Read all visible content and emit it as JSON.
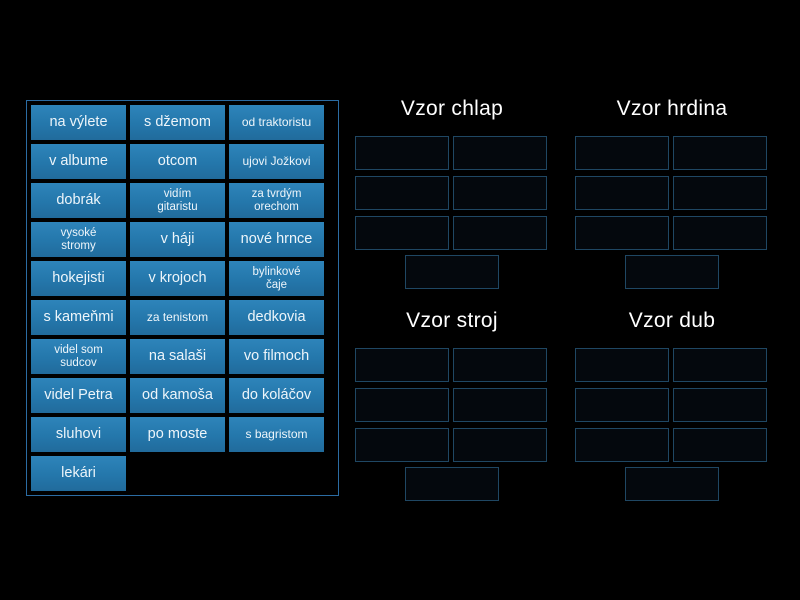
{
  "colors": {
    "background": "#000000",
    "tile_top": "#2e84ba",
    "tile_bottom": "#216b9c",
    "tile_text": "#edf5fa",
    "tray_border": "#2b6ca3",
    "slot_border": "#1f4763",
    "title_text": "#ffffff"
  },
  "tray": {
    "tiles": [
      {
        "label": "na výlete",
        "size": "normal"
      },
      {
        "label": "s džemom",
        "size": "normal"
      },
      {
        "label": "od traktoristu",
        "size": "mid"
      },
      {
        "label": "v albume",
        "size": "normal"
      },
      {
        "label": "otcom",
        "size": "normal"
      },
      {
        "label": "ujovi Jožkovi",
        "size": "mid"
      },
      {
        "label": "dobrák",
        "size": "normal"
      },
      {
        "label": "vidím gitaristu",
        "size": "small"
      },
      {
        "label": "za tvrdým orechom",
        "size": "small"
      },
      {
        "label": "vysoké stromy",
        "size": "small"
      },
      {
        "label": "v háji",
        "size": "normal"
      },
      {
        "label": "nové hrnce",
        "size": "normal"
      },
      {
        "label": "hokejisti",
        "size": "normal"
      },
      {
        "label": "v krojoch",
        "size": "normal"
      },
      {
        "label": "bylinkové čaje",
        "size": "small"
      },
      {
        "label": "s kameňmi",
        "size": "normal"
      },
      {
        "label": "za tenistom",
        "size": "mid"
      },
      {
        "label": "dedkovia",
        "size": "normal"
      },
      {
        "label": "videl som sudcov",
        "size": "small"
      },
      {
        "label": "na salaši",
        "size": "normal"
      },
      {
        "label": "vo filmoch",
        "size": "normal"
      },
      {
        "label": "videl Petra",
        "size": "normal"
      },
      {
        "label": "od kamoša",
        "size": "normal"
      },
      {
        "label": "do koláčov",
        "size": "normal"
      },
      {
        "label": "sluhovi",
        "size": "normal"
      },
      {
        "label": "po moste",
        "size": "normal"
      },
      {
        "label": "s bagristom",
        "size": "mid"
      },
      {
        "label": "lekári",
        "size": "normal"
      }
    ]
  },
  "groups": [
    {
      "title": "Vzor chlap",
      "grid_slots": 6,
      "center_slots": 1
    },
    {
      "title": "Vzor hrdina",
      "grid_slots": 6,
      "center_slots": 1
    },
    {
      "title": "Vzor stroj",
      "grid_slots": 6,
      "center_slots": 1
    },
    {
      "title": "Vzor dub",
      "grid_slots": 6,
      "center_slots": 1
    }
  ]
}
